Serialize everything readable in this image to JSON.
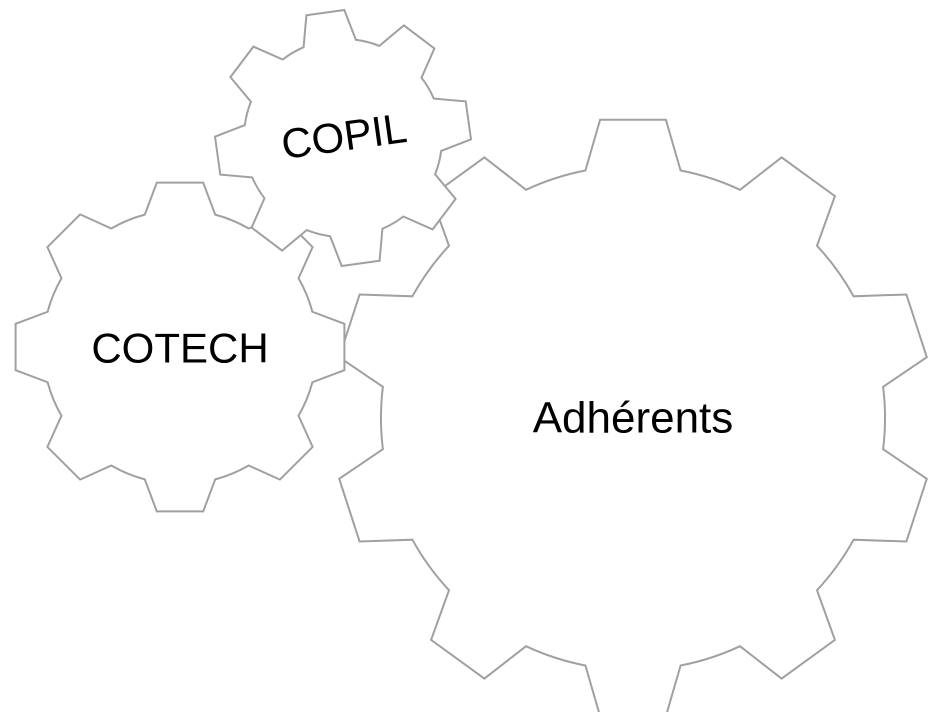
{
  "gears": [
    {
      "id": "adherents",
      "label": "Adhérents"
    },
    {
      "id": "cotech",
      "label": "COTECH"
    },
    {
      "id": "copil",
      "label": "COPIL"
    }
  ],
  "colors": {
    "outline": "#a0a0a0",
    "fill": "#ffffff",
    "text": "#000000"
  }
}
